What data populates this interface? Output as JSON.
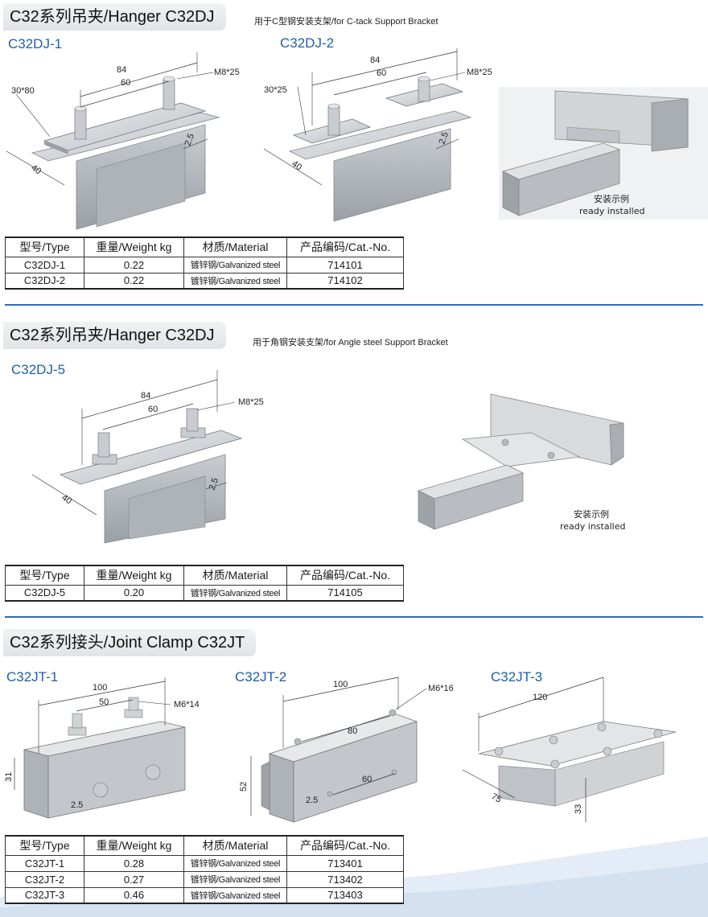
{
  "sections": [
    {
      "title": "C32系列吊夹/Hanger C32DJ",
      "note": "用于C型钢安装支架/for C-tack Support Bracket",
      "models": [
        {
          "label": "C32DJ-1",
          "dims": {
            "length": "84",
            "spacing": "60",
            "plate": "30*80",
            "width": "40",
            "thickness": "2.5",
            "bolt": "M8*25"
          }
        },
        {
          "label": "C32DJ-2",
          "dims": {
            "length": "84",
            "spacing": "60",
            "plate": "30*25",
            "width": "40",
            "thickness": "2.5",
            "bolt": "M8*25"
          }
        }
      ],
      "installed": {
        "cn": "安装示例",
        "en": "ready installed"
      }
    },
    {
      "title": "C32系列吊夹/Hanger C32DJ",
      "note": "用于角钢安装支架/for Angle steel Support Bracket",
      "models": [
        {
          "label": "C32DJ-5",
          "dims": {
            "length": "84",
            "spacing": "60",
            "width": "40",
            "thickness": "2.5",
            "bolt": "M8*25"
          }
        }
      ],
      "installed": {
        "cn": "安装示例",
        "en": "ready installed"
      }
    },
    {
      "title": "C32系列接头/Joint Clamp C32JT",
      "models": [
        {
          "label": "C32JT-1",
          "dims": {
            "length": "100",
            "spacing": "50",
            "bolt": "M6*14",
            "height": "31",
            "thickness": "2.5"
          }
        },
        {
          "label": "C32JT-2",
          "dims": {
            "length": "100",
            "spacing": "80",
            "spacing2": "60",
            "bolt": "M6*16",
            "height": "52",
            "thickness": "2.5"
          }
        },
        {
          "label": "C32JT-3",
          "dims": {
            "length": "120",
            "width": "75",
            "height": "33"
          }
        }
      ]
    }
  ],
  "table_headers": [
    "型号/Type",
    "重量/Weight kg",
    "材质/Material",
    "产品编码/Cat.-No."
  ],
  "tables": [
    [
      [
        "C32DJ-1",
        "0.22",
        "镀锌钢/Galvanized steel",
        "714101"
      ],
      [
        "C32DJ-2",
        "0.22",
        "镀锌钢/Galvanized steel",
        "714102"
      ]
    ],
    [
      [
        "C32DJ-5",
        "0.20",
        "镀锌钢/Galvanized steel",
        "714105"
      ]
    ],
    [
      [
        "C32JT-1",
        "0.28",
        "镀锌钢/Galvanized steel",
        "713401"
      ],
      [
        "C32JT-2",
        "0.27",
        "镀锌钢/Galvanized steel",
        "713402"
      ],
      [
        "C32JT-3",
        "0.46",
        "镀锌钢/Galvanized steel",
        "713403"
      ]
    ]
  ],
  "colors": {
    "accent": "#2c6eb8",
    "model_label": "#1f5fa8",
    "metal_light": "#d9dcdf",
    "metal_mid": "#b4b9be",
    "metal_dark": "#8c9298"
  }
}
